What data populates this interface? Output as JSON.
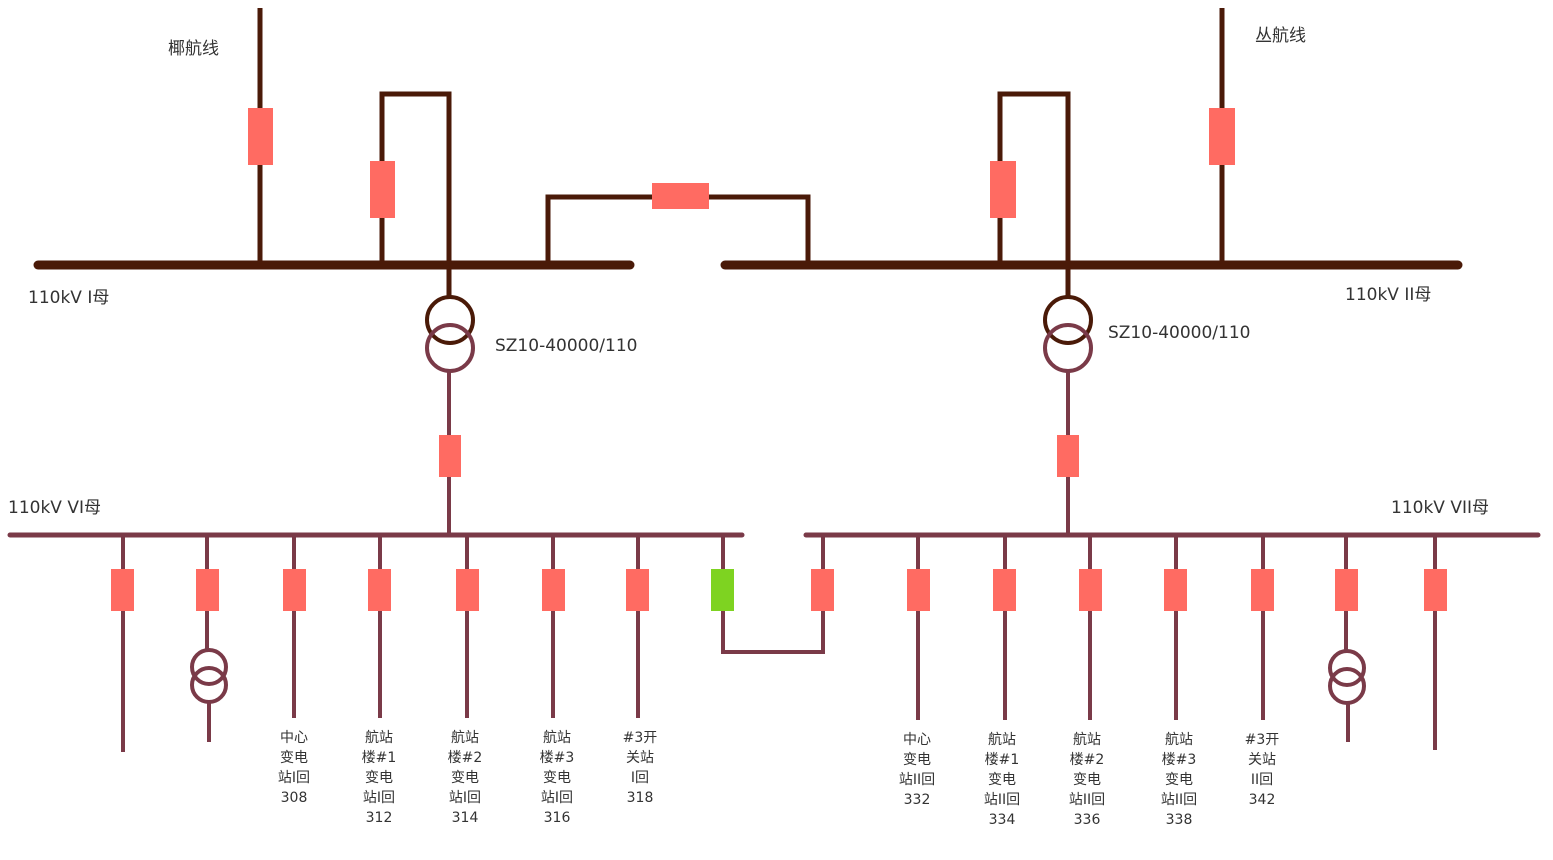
{
  "colors": {
    "hv_line": "#4a1a08",
    "lv_line": "#7a3a48",
    "breaker_closed": "#ff6b62",
    "breaker_open": "#7ed321",
    "text": "#333333"
  },
  "incoming_lines": {
    "left": "椰航线",
    "right": "丛航线"
  },
  "buses": {
    "bus_i": "110kV I母",
    "bus_ii": "110kV II母",
    "bus_vi": "110kV VI母",
    "bus_vii": "110kV VII母"
  },
  "transformers": {
    "t1": "SZ10-40000/110",
    "t2": "SZ10-40000/110"
  },
  "feeders_left": [
    {
      "l1": "中心",
      "l2": "变电",
      "l3": "站I回",
      "l4": "308"
    },
    {
      "l1": "航站",
      "l2": "楼#1",
      "l3": "变电",
      "l4": "站I回",
      "l5": "312"
    },
    {
      "l1": "航站",
      "l2": "楼#2",
      "l3": "变电",
      "l4": "站I回",
      "l5": "314"
    },
    {
      "l1": "航站",
      "l2": "楼#3",
      "l3": "变电",
      "l4": "站I回",
      "l5": "316"
    },
    {
      "l1": "#3开",
      "l2": "关站",
      "l3": "I回",
      "l4": "318"
    }
  ],
  "feeders_right": [
    {
      "l1": "中心",
      "l2": "变电",
      "l3": "站II回",
      "l4": "332"
    },
    {
      "l1": "航站",
      "l2": "楼#1",
      "l3": "变电",
      "l4": "站II回",
      "l5": "334"
    },
    {
      "l1": "航站",
      "l2": "楼#2",
      "l3": "变电",
      "l4": "站II回",
      "l5": "336"
    },
    {
      "l1": "航站",
      "l2": "楼#3",
      "l3": "变电",
      "l4": "站II回",
      "l5": "338"
    },
    {
      "l1": "#3开",
      "l2": "关站",
      "l3": "II回",
      "l4": "342"
    }
  ]
}
